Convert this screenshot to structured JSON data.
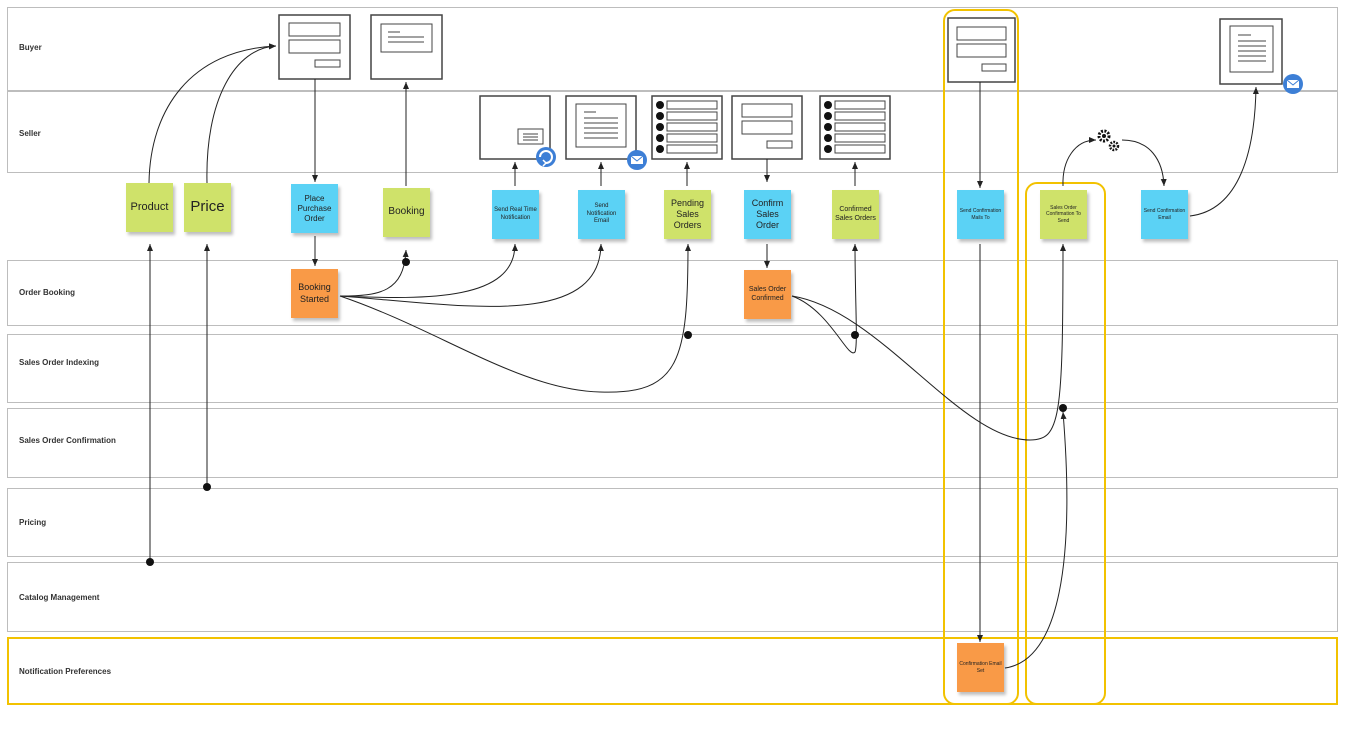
{
  "lanes": {
    "buyer": "Buyer",
    "seller": "Seller",
    "order_booking": "Order Booking",
    "sales_order_indexing": "Sales Order Indexing",
    "sales_order_confirmation": "Sales Order Confirmation",
    "pricing": "Pricing",
    "catalog_management": "Catalog Management",
    "notification_preferences": "Notification Preferences"
  },
  "stickies": {
    "product": "Product",
    "price": "Price",
    "place_purchase_order": "Place Purchase Order",
    "booking": "Booking",
    "send_real_time_notification": "Send Real Time Notification",
    "send_notification_email": "Send Notification Email",
    "pending_sales_orders": "Pending Sales Orders",
    "confirm_sales_order": "Confirm Sales Order",
    "confirmed_sales_orders": "Confirmed Sales Orders",
    "send_confirmation_mails_to": "Send Confirmation Mails To",
    "sales_order_confirmation_to_send": "Sales Order Confirmation To Send",
    "send_confirmation_email": "Send Confirmation Email",
    "booking_started": "Booking Started",
    "sales_order_confirmed": "Sales Order Confirmed",
    "confirmation_email_set": "Confirmation Email Set"
  },
  "colors": {
    "command": "#5bd2f5",
    "read_model": "#cfe26a",
    "event": "#f99a47",
    "highlight": "#f2c200",
    "badge": "#3d7fd6"
  },
  "icons": [
    "mail-icon",
    "sync-icon",
    "gears-icon"
  ]
}
